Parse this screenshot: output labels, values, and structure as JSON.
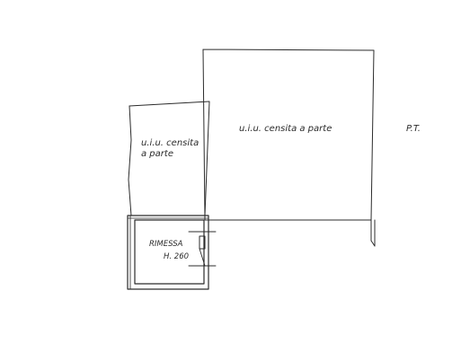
{
  "labels": {
    "main_unit": "u.i.u. censita a parte",
    "left_unit_line1": "u.i.u. censita",
    "left_unit_line2": "a parte",
    "floor": "P.T.",
    "room_name": "RIMESSA",
    "room_height": "H. 260"
  },
  "colors": {
    "ink": "#2b2b2b",
    "paper": "#ffffff"
  }
}
